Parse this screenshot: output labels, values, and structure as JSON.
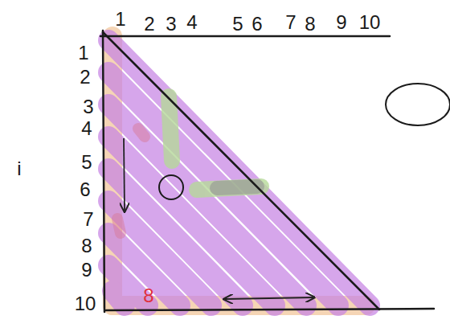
{
  "diagram": {
    "labels": [
      "1",
      "2",
      "3",
      "4",
      "5",
      "6",
      "7",
      "8",
      "9",
      "10",
      "1",
      "2",
      "3",
      "4",
      "5",
      "6",
      "7",
      "8",
      "9",
      "10",
      "i",
      "8"
    ]
  }
}
